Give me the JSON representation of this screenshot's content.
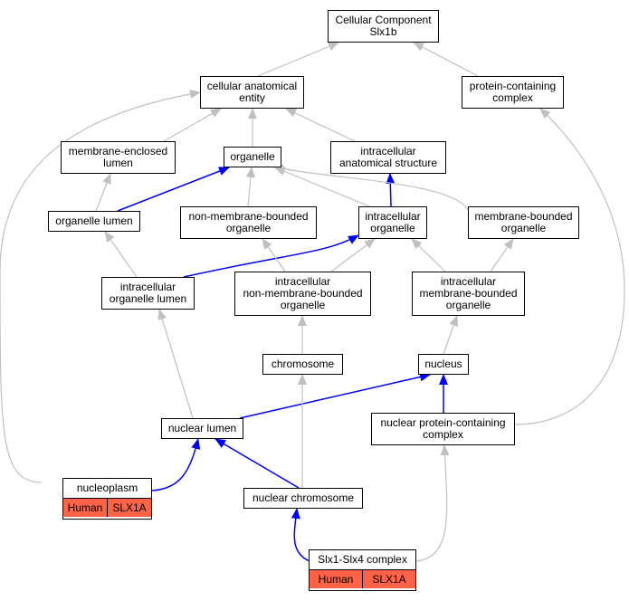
{
  "diagram": {
    "nodes": {
      "root": "Cellular Component\nSlx1b",
      "cae": "cellular anatomical\nentity",
      "pcc": "protein-containing\ncomplex",
      "mel": "membrane-enclosed\nlumen",
      "org": "organelle",
      "ias": "intracellular\nanatomical structure",
      "ol": "organelle lumen",
      "nmbo": "non-membrane-bounded\norganelle",
      "io": "intracellular\norganelle",
      "mbo": "membrane-bounded\norganelle",
      "iol": "intracellular\norganelle lumen",
      "inmbo": "intracellular\nnon-membrane-bounded\norganelle",
      "imbo": "intracellular\nmembrane-bounded\norganelle",
      "chr": "chromosome",
      "nuc": "nucleus",
      "nl": "nuclear lumen",
      "npcc": "nuclear protein-containing\ncomplex",
      "np": "nucleoplasm",
      "nc": "nuclear chromosome",
      "slx": "Slx1-Slx4 complex"
    },
    "annotations": {
      "np": [
        "Human",
        "SLX1A"
      ],
      "slx": [
        "Human",
        "SLX1A"
      ]
    },
    "edge_colors": {
      "is_a": "#c0c0c0",
      "part_of": "#0000ff",
      "annotation": "#ff6347"
    }
  }
}
